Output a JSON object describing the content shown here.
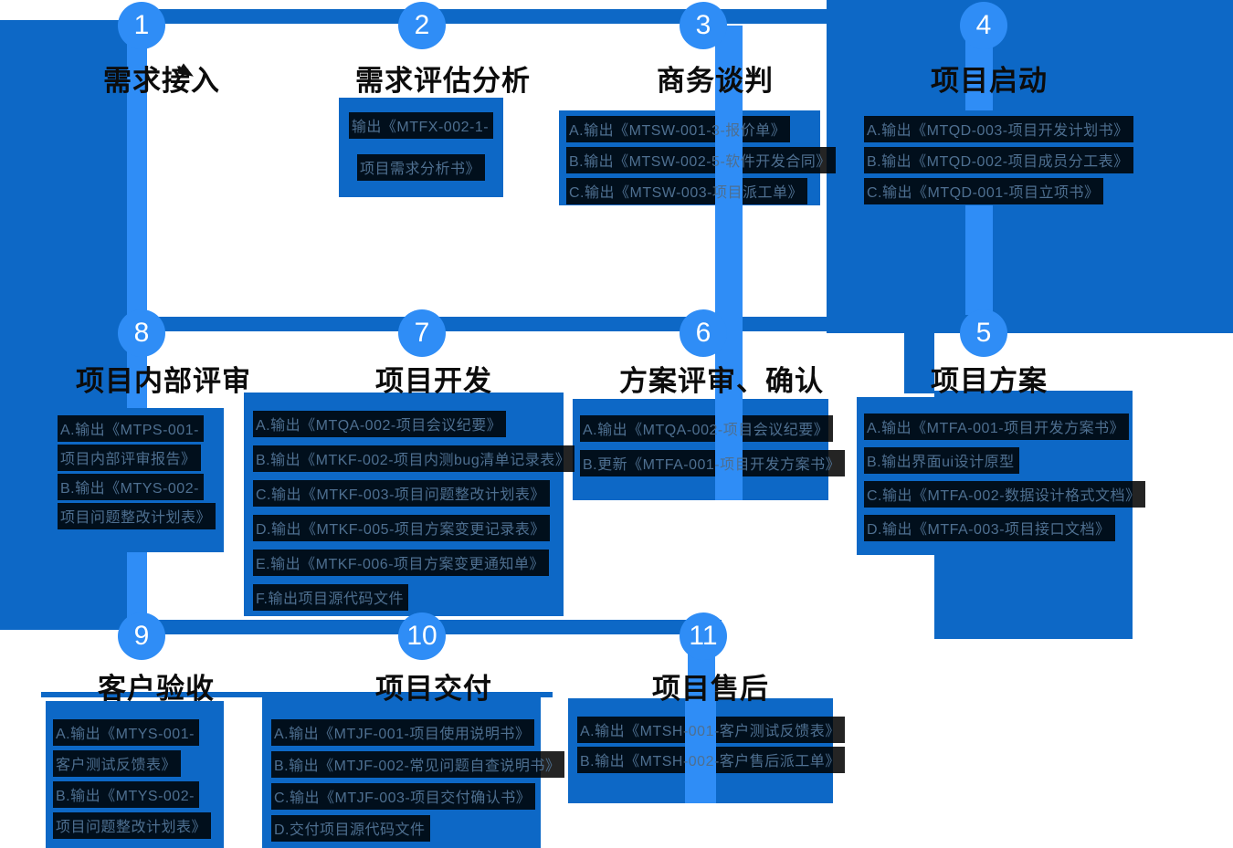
{
  "colors": {
    "dark_blue": "#0d68c6",
    "bright_blue": "#2f8df6",
    "highlight": "#000000",
    "box_text": "#4e6f90",
    "title_text": "#0c0c0c"
  },
  "icons": {
    "cursor": "mouse-pointer"
  },
  "steps": [
    {
      "num": "1",
      "title": "需求接入",
      "lines": []
    },
    {
      "num": "2",
      "title": "需求评估分析",
      "lines": [
        "输出《MTFX-002-1-",
        "项目需求分析书》"
      ]
    },
    {
      "num": "3",
      "title": "商务谈判",
      "lines": [
        "A.输出《MTSW-001-3-报价单》",
        "B.输出《MTSW-002-5-软件开发合同》",
        "C.输出《MTSW-003-项目派工单》"
      ]
    },
    {
      "num": "4",
      "title": "项目启动",
      "lines": [
        "A.输出《MTQD-003-项目开发计划书》",
        "B.输出《MTQD-002-项目成员分工表》",
        "C.输出《MTQD-001-项目立项书》"
      ]
    },
    {
      "num": "5",
      "title": "项目方案",
      "lines": [
        "A.输出《MTFA-001-项目开发方案书》",
        "B.输出界面ui设计原型",
        "C.输出《MTFA-002-数据设计格式文档》",
        "D.输出《MTFA-003-项目接口文档》"
      ]
    },
    {
      "num": "6",
      "title": "方案评审、确认",
      "lines": [
        "A.输出《MTQA-002-项目会议纪要》",
        "B.更新《MTFA-001-项目开发方案书》"
      ]
    },
    {
      "num": "7",
      "title": "项目开发",
      "lines": [
        "A.输出《MTQA-002-项目会议纪要》",
        "B.输出《MTKF-002-项目内测bug清单记录表》",
        "C.输出《MTKF-003-项目问题整改计划表》",
        "D.输出《MTKF-005-项目方案变更记录表》",
        "E.输出《MTKF-006-项目方案变更通知单》",
        "F.输出项目源代码文件"
      ]
    },
    {
      "num": "8",
      "title": "项目内部评审",
      "lines": [
        "A.输出《MTPS-001-",
        "项目内部评审报告》",
        "B.输出《MTYS-002-",
        "项目问题整改计划表》"
      ]
    },
    {
      "num": "9",
      "title": "客户验收",
      "lines": [
        "A.输出《MTYS-001-",
        "客户测试反馈表》",
        "B.输出《MTYS-002-",
        "项目问题整改计划表》"
      ]
    },
    {
      "num": "10",
      "title": "项目交付",
      "lines": [
        "A.输出《MTJF-001-项目使用说明书》",
        "B.输出《MTJF-002-常见问题自查说明书》",
        "C.输出《MTJF-003-项目交付确认书》",
        "D.交付项目源代码文件"
      ]
    },
    {
      "num": "11",
      "title": "项目售后",
      "lines": [
        "A.输出《MTSH-001-客户测试反馈表》",
        "B.输出《MTSH-002-客户售后派工单》"
      ]
    }
  ]
}
